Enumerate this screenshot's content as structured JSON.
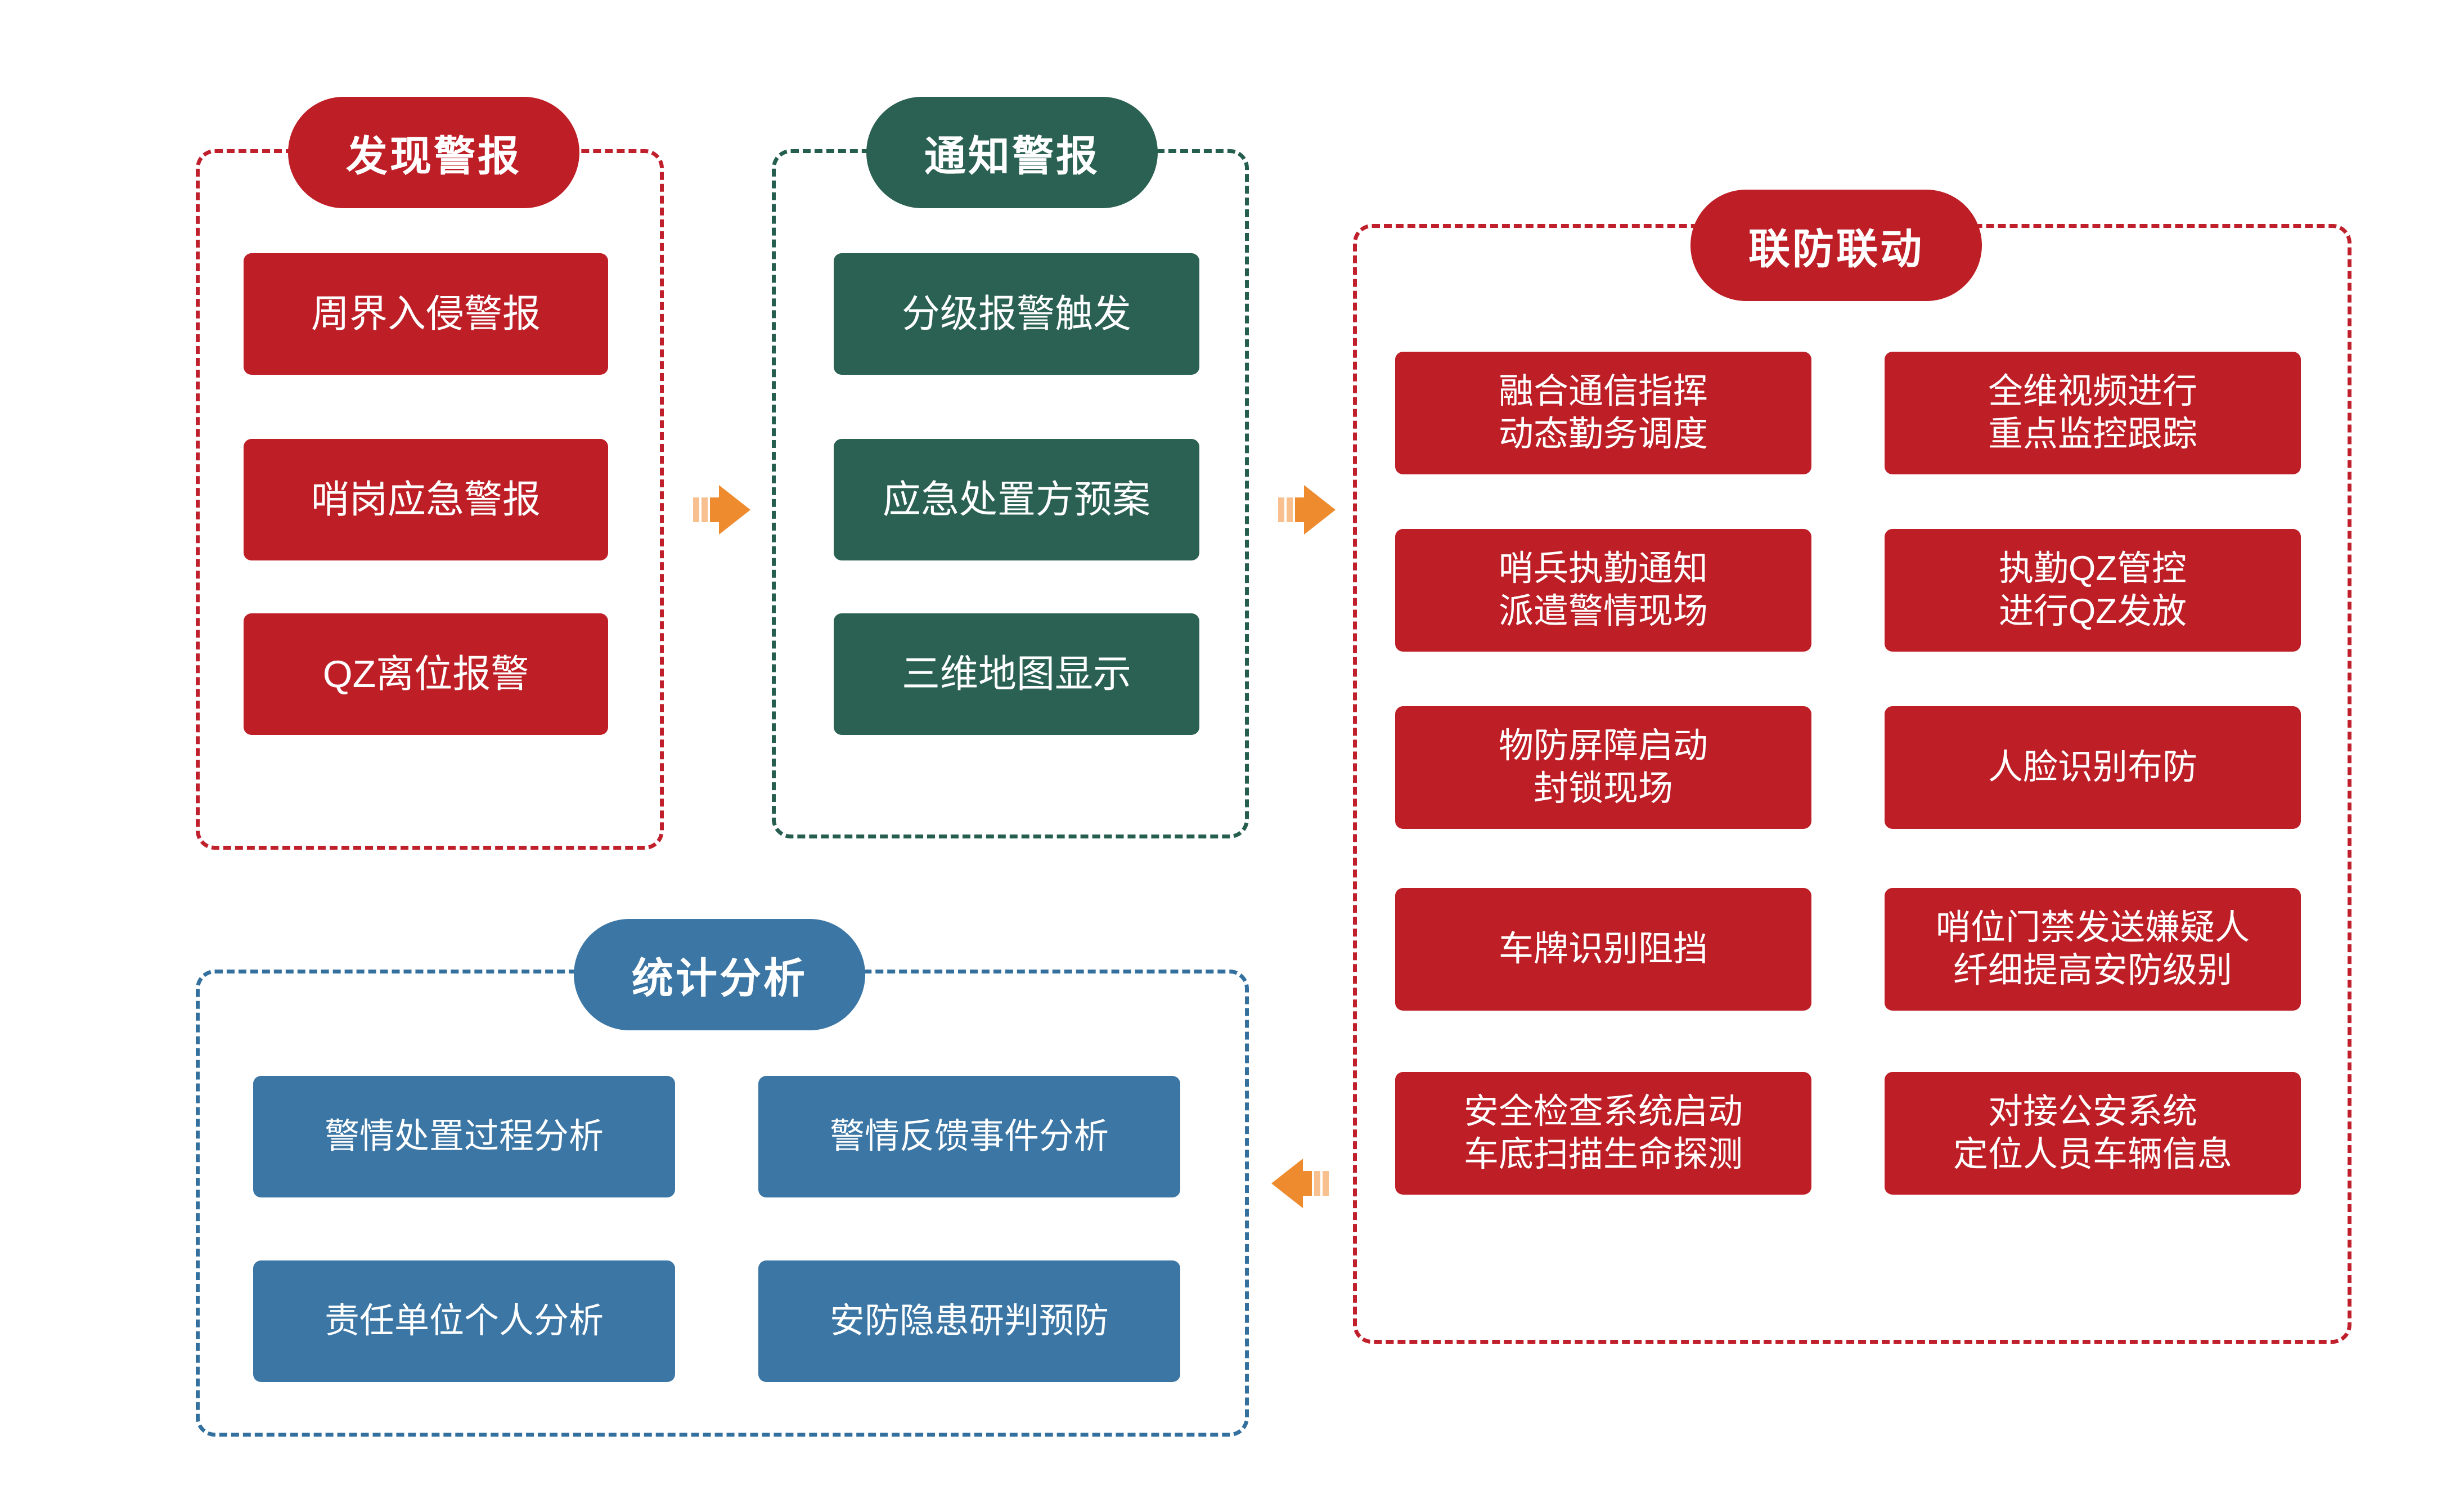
{
  "diagram": {
    "title_colors": {
      "red": "#BE1E26",
      "green": "#2A6152",
      "blue": "#3B76A4",
      "arrow_orange": "#EE8B2E",
      "arrow_orange_light": "#F7C08E"
    },
    "groups": [
      {
        "id": "discover-alarm",
        "pill_label": "发现警报",
        "color": "red",
        "boxes": [
          {
            "label": "周界入侵警报"
          },
          {
            "label": "哨岗应急警报"
          },
          {
            "label": "QZ离位报警"
          }
        ]
      },
      {
        "id": "notify-alarm",
        "pill_label": "通知警报",
        "color": "green",
        "boxes": [
          {
            "label": "分级报警触发"
          },
          {
            "label": "应急处置方预案"
          },
          {
            "label": "三维地图显示"
          }
        ]
      },
      {
        "id": "joint-defense",
        "pill_label": "联防联动",
        "color": "red",
        "boxes": [
          {
            "label": "融合通信指挥\n动态勤务调度"
          },
          {
            "label": "全维视频进行\n重点监控跟踪"
          },
          {
            "label": "哨兵执勤通知\n派遣警情现场"
          },
          {
            "label": "执勤QZ管控\n进行QZ发放"
          },
          {
            "label": "物防屏障启动\n封锁现场"
          },
          {
            "label": "人脸识别布防"
          },
          {
            "label": "车牌识别阻挡"
          },
          {
            "label": "哨位门禁发送嫌疑人\n纤细提高安防级别"
          },
          {
            "label": "安全检查系统启动\n车底扫描生命探测"
          },
          {
            "label": "对接公安系统\n定位人员车辆信息"
          }
        ]
      },
      {
        "id": "statistical-analysis",
        "pill_label": "统计分析",
        "color": "blue",
        "boxes": [
          {
            "label": "警情处置过程分析"
          },
          {
            "label": "警情反馈事件分析"
          },
          {
            "label": "责任单位个人分析"
          },
          {
            "label": "安防隐患研判预防"
          }
        ]
      }
    ],
    "arrows": [
      {
        "id": "arrow-discover-to-notify",
        "direction": "right"
      },
      {
        "id": "arrow-notify-to-joint",
        "direction": "right"
      },
      {
        "id": "arrow-joint-to-statistics",
        "direction": "left"
      }
    ]
  }
}
